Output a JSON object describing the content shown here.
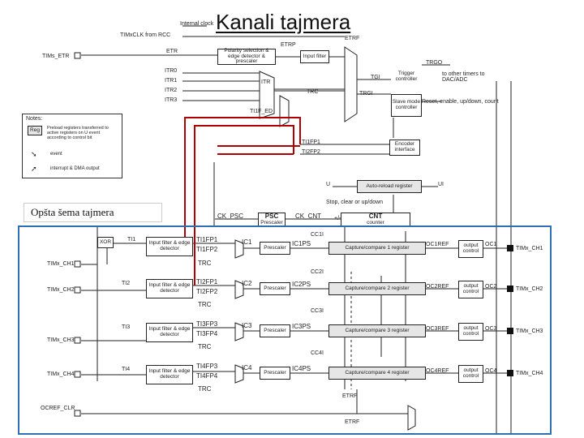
{
  "title": "Kanali tajmera",
  "caption": "Opšta šema tajmera",
  "top": {
    "internal_clock": "Internal clock",
    "timxclk": "TIMxCLK from RCC",
    "tims_etr": "TIMs_ETR",
    "etr": "ETR",
    "etrp": "ETRP",
    "etrf": "ETRF",
    "polarity_box": "Polarity selection & edge detector & prescaler",
    "input_filter": "Input filter",
    "itr0": "ITR0",
    "itr1": "ITR1",
    "itr2": "ITR2",
    "itr3": "ITR3",
    "itr": "ITR",
    "trc": "TRC",
    "tgi": "TGI",
    "trgi": "TRGI",
    "ti1f_ed": "TI1F_ED",
    "trgo": "TRGO",
    "trigger_controller": "Trigger controller",
    "to_other_timers": "to other timers to DAC/ADC",
    "slave_mode": "Slave mode controller",
    "reset_enable": "Reset, enable, up/down, count",
    "ti1fp1": "TI1FP1",
    "ti2fp2": "TI2FP2",
    "encoder": "Encoder interface",
    "u": "U",
    "ui": "UI",
    "auto_reload": "Auto-reload register",
    "stop_clear": "Stop, clear or up/down",
    "ck_psc": "CK_PSC",
    "psc": "PSC",
    "psc_sub": "Prescaler",
    "ck_cnt": "CK_CNT",
    "plus_minus": "+/-",
    "cnt": "CNT",
    "cnt_sub": "counter"
  },
  "notes": {
    "label": "Notes:",
    "reg": "Reg",
    "reg_text": "Preload registers transferred to active registers on U event according to control bit",
    "event": "event",
    "interrupt": "interrupt & DMA output"
  },
  "channels": [
    {
      "pin": "TIMx_CH1",
      "ti": "TI1",
      "filter": "Input filter & edge detector",
      "fp_a": "TI1FP1",
      "fp_b": "TI1FP2",
      "trc": "TRC",
      "ic": "IC1",
      "prescaler": "Prescaler",
      "icps": "IC1PS",
      "ccf": "CC1I",
      "ccr": "Capture/compare 1 register",
      "ocref": "OC1REF",
      "output": "output control",
      "oc": "OC1",
      "out_pin": "TIMx_CH1"
    },
    {
      "pin": "TIMx_CH2",
      "ti": "TI2",
      "filter": "Input filter & edge detector",
      "fp_a": "TI2FP1",
      "fp_b": "TI2FP2",
      "trc": "TRC",
      "ic": "IC2",
      "prescaler": "Prescaler",
      "icps": "IC2PS",
      "ccf": "CC2I",
      "ccr": "Capture/compare 2 register",
      "ocref": "OC2REF",
      "output": "output control",
      "oc": "OC2",
      "out_pin": "TIMx_CH2"
    },
    {
      "pin": "TIMx_CH3",
      "ti": "TI3",
      "filter": "Input filter & edge detector",
      "fp_a": "TI3FP3",
      "fp_b": "TI3FP4",
      "trc": "TRC",
      "ic": "IC3",
      "prescaler": "Prescaler",
      "icps": "IC3PS",
      "ccf": "CC3I",
      "ccr": "Capture/compare 3 register",
      "ocref": "OC3REF",
      "output": "output control",
      "oc": "OC3",
      "out_pin": "TIMx_CH3"
    },
    {
      "pin": "TIMx_CH4",
      "ti": "TI4",
      "filter": "Input filter & edge detector",
      "fp_a": "TI4FP3",
      "fp_b": "TI4FP4",
      "trc": "TRC",
      "ic": "IC4",
      "prescaler": "Prescaler",
      "icps": "IC4PS",
      "ccf": "CC4I",
      "ccr": "Capture/compare 4 register",
      "ocref": "OC4REF",
      "output": "output control",
      "oc": "OC4",
      "out_pin": "TIMx_CH4"
    }
  ],
  "xor": "XOR",
  "ocref_clr": "OCREF_CLR",
  "etrf_bottom": "ETRF",
  "colors": {
    "frame": "#2f6fb0",
    "highlight": "#b00000",
    "line": "#222222"
  }
}
